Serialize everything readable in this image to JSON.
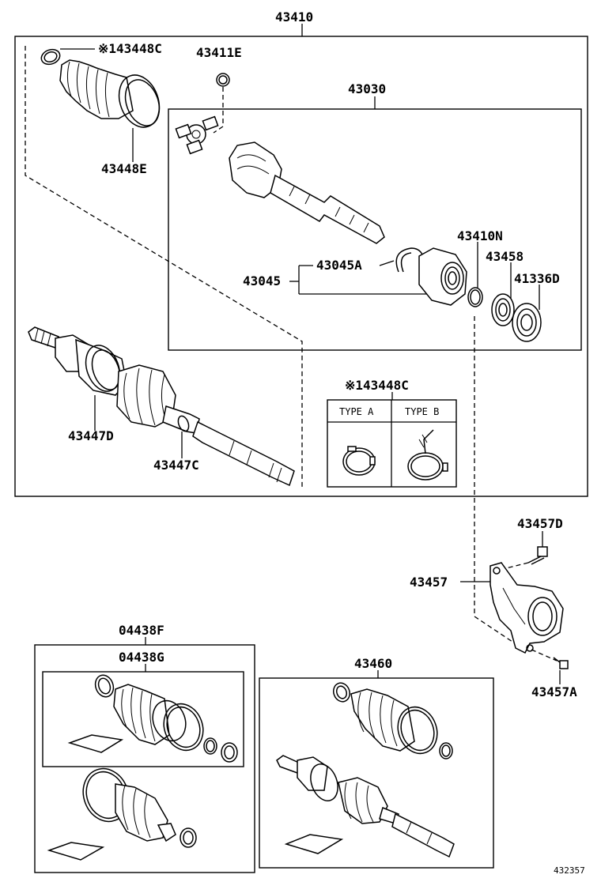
{
  "labels": {
    "top_assembly": "43410",
    "boot_clamp_c": "※143448C",
    "snap_ring_e": "43411E",
    "inboard_joint": "43030",
    "boot_clamp_e": "43448E",
    "bearing_retainer": "43045",
    "bearing_retainer_a": "43045A",
    "snap_ring_n": "43410N",
    "bearing": "43458",
    "dust_deflector": "41336D",
    "boot_d": "43447D",
    "boot_c": "43447C",
    "clamp_legend_title": "※143448C",
    "type_a": "TYPE A",
    "type_b": "TYPE B",
    "bracket": "43457",
    "bracket_bolt_d": "43457D",
    "bracket_bolt_a": "43457A",
    "kit_f": "04438F",
    "kit_g": "04438G",
    "boot_kit": "43460",
    "diagram_number": "432357"
  }
}
